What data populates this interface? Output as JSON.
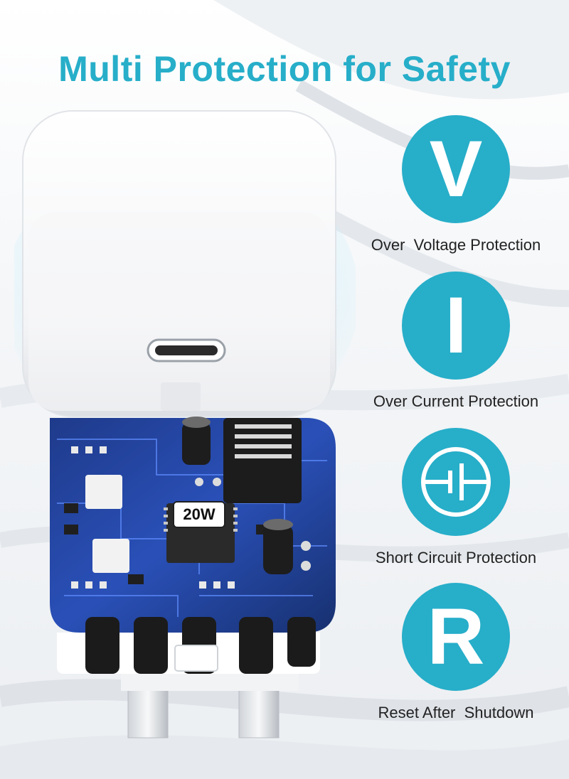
{
  "page": {
    "title": "Multi Protection for Safety",
    "accent_color": "#27aec9"
  },
  "product": {
    "board_badge": "20W",
    "illustration_icon": "usb-c-charger-with-circuit-board"
  },
  "features": [
    {
      "icon_type": "letter",
      "icon_text": "V",
      "icon_name": "voltage-icon",
      "caption": "Over  Voltage Protection"
    },
    {
      "icon_type": "letter",
      "icon_text": "I",
      "icon_name": "current-icon",
      "caption": "Over Current Protection"
    },
    {
      "icon_type": "symbol",
      "icon_text": "",
      "icon_name": "short-circuit-icon",
      "caption": "Short Circuit Protection"
    },
    {
      "icon_type": "letter",
      "icon_text": "R",
      "icon_name": "reset-icon",
      "caption": "Reset After  Shutdown"
    }
  ]
}
